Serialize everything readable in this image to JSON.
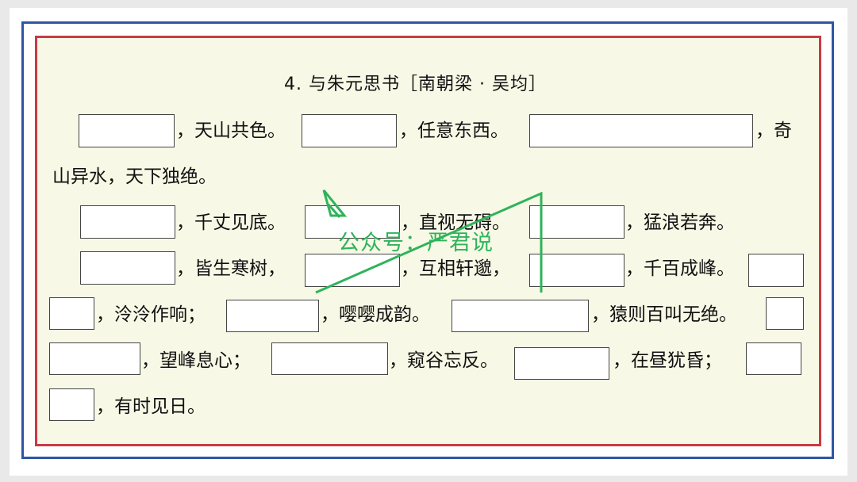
{
  "title": "4. 与朱元思书［南朝梁 · 吴均］",
  "segments": {
    "s1": "，天山共色。",
    "s2": "，任意东西。",
    "s3": "，奇",
    "s4": "山异水，天下独绝。",
    "s5": "，千丈见底。",
    "s6": "，直视无碍。",
    "s7": "，猛浪若奔。",
    "s8": "，皆生寒树，",
    "s9": "，互相轩邈，",
    "s10": "，千百成峰。",
    "s11": "，泠泠作响；",
    "s12": "，嘤嘤成韵。",
    "s13": "，猿则百叫无绝。",
    "s14": "，望峰息心；",
    "s15": "，窥谷忘反。",
    "s16": "，在昼犹昏；",
    "s17": "，有时见日。"
  },
  "watermark": "公众号：严君说",
  "colors": {
    "outer_frame": "#2d57a3",
    "inner_frame": "#c93a43",
    "paper": "#f7f9e6",
    "watermark": "#2fb35a"
  }
}
